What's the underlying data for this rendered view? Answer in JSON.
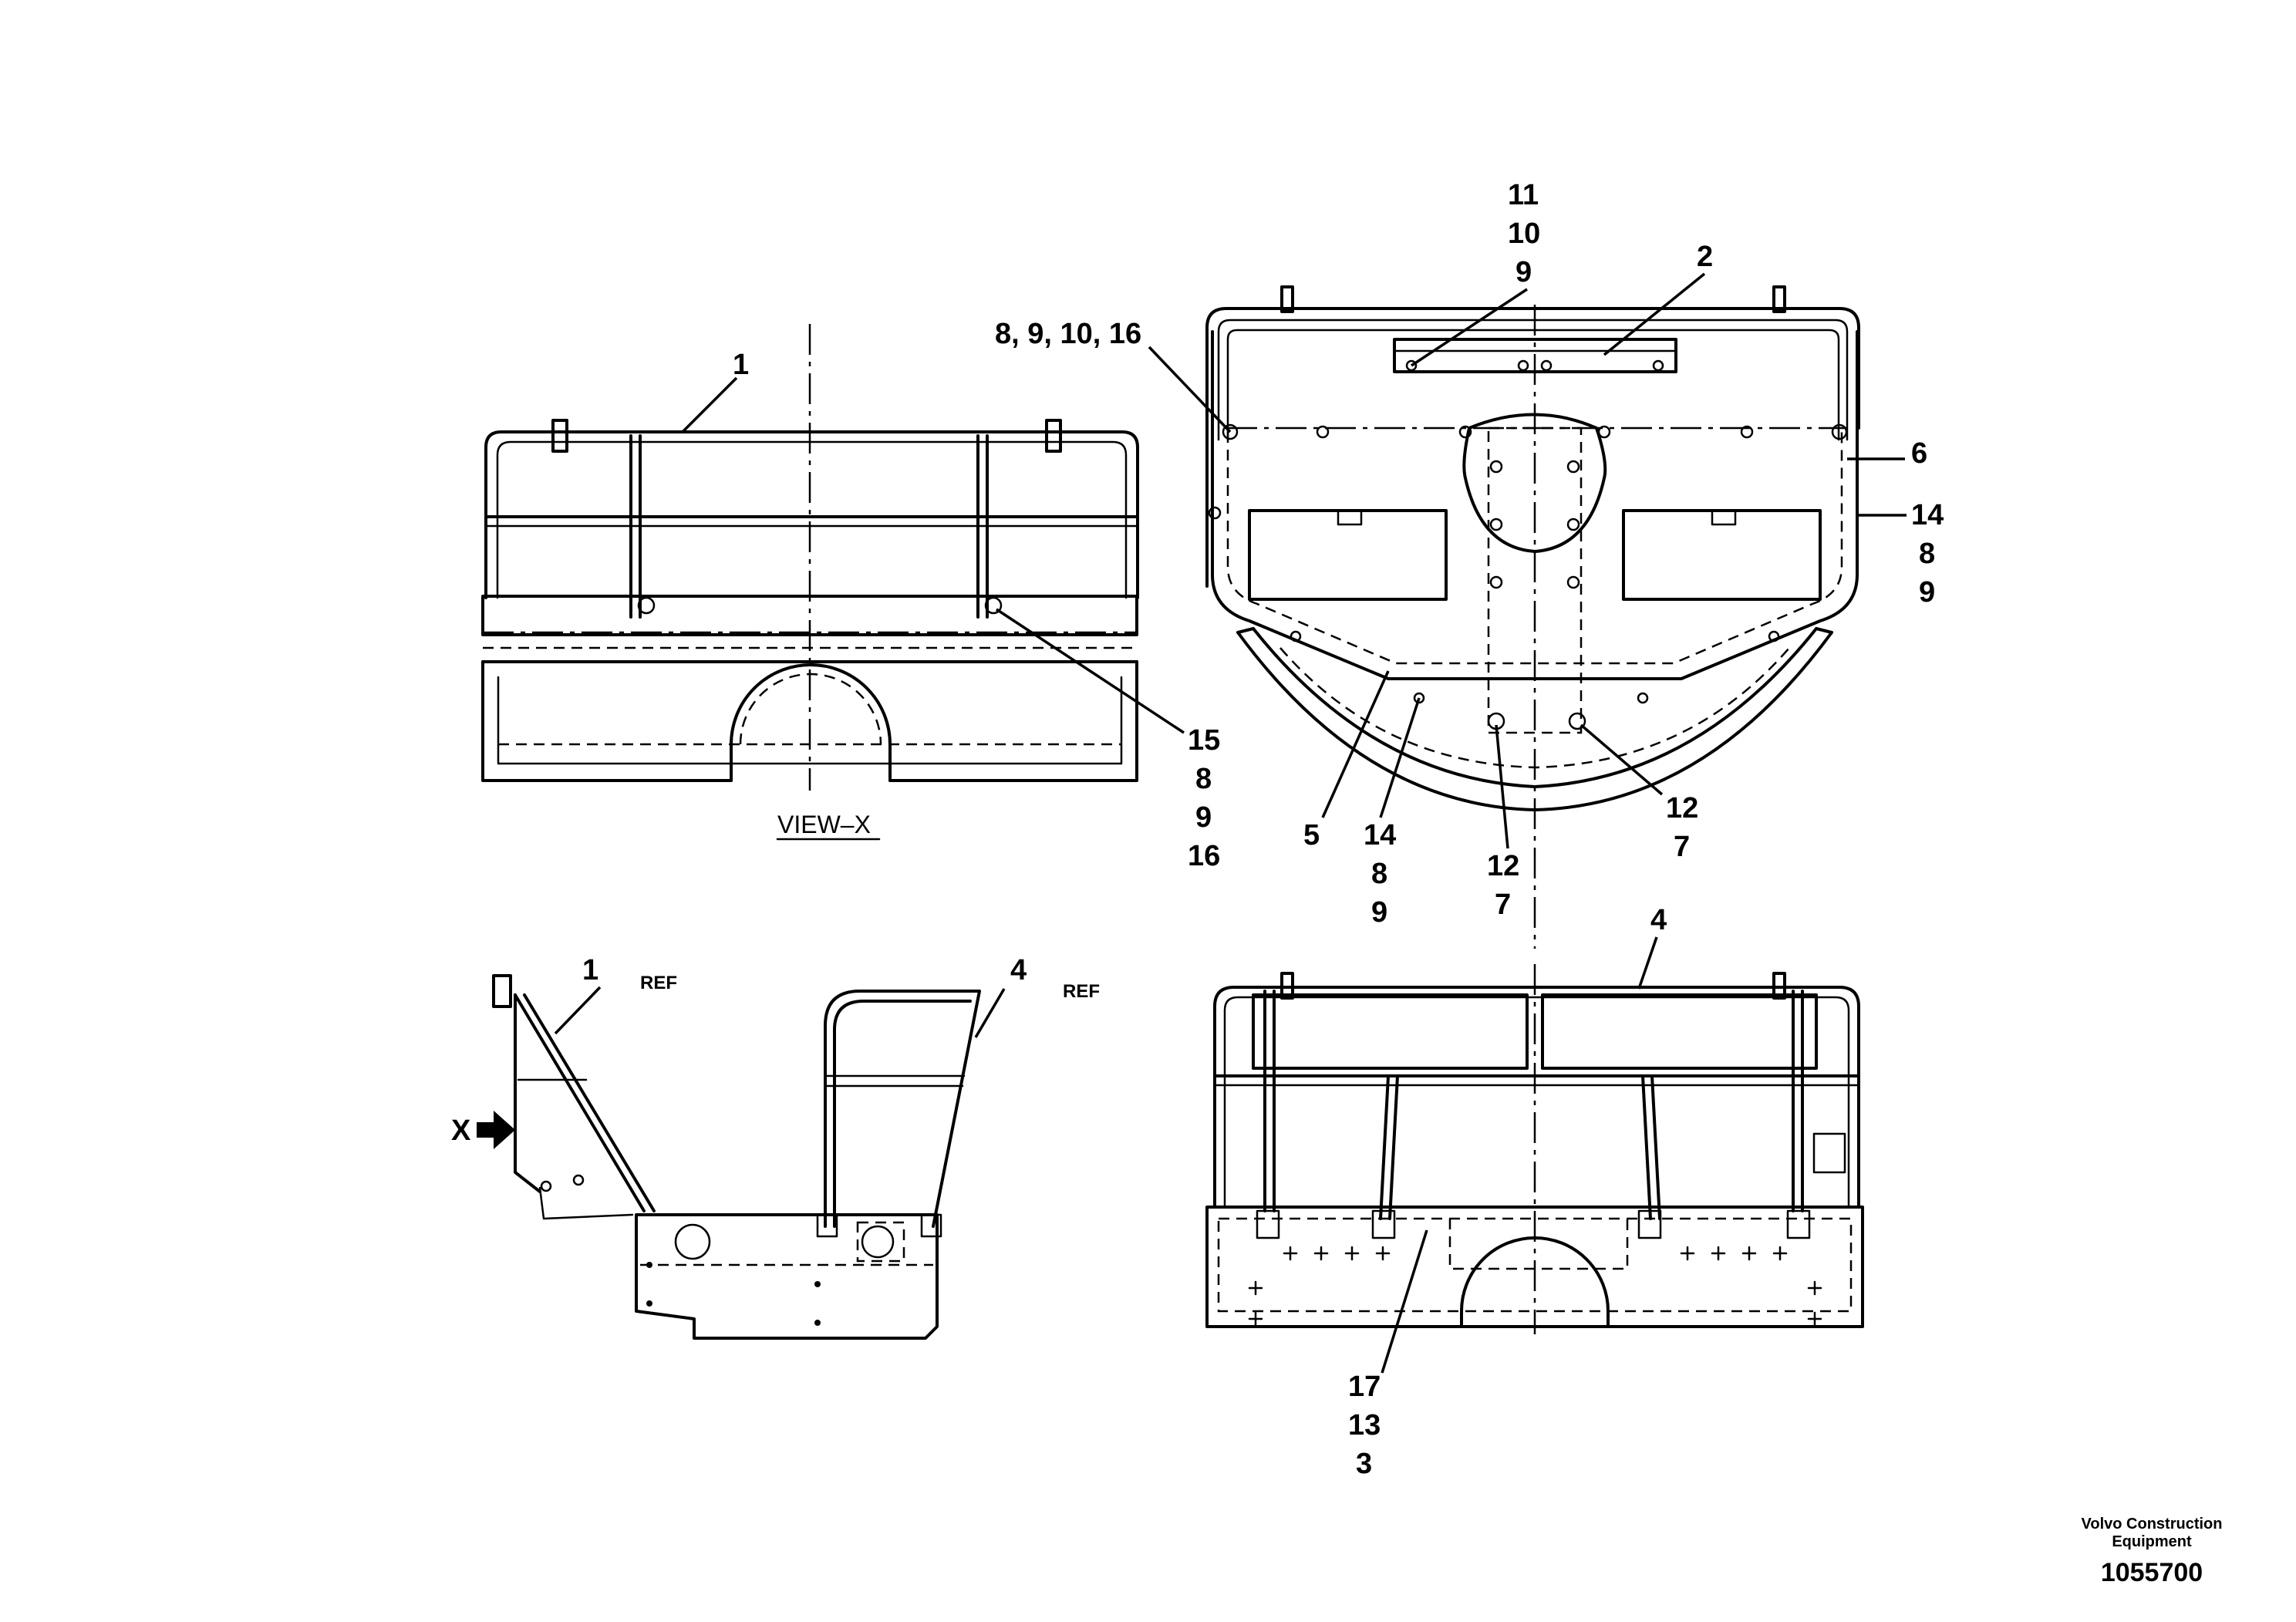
{
  "callouts": {
    "view_x_guard": "1",
    "view_x_bottom": [
      "15",
      "8",
      "9",
      "16"
    ],
    "view_x_title": "VIEW–X",
    "top_stack": [
      "11",
      "10",
      "9"
    ],
    "top_2": "2",
    "top_left_group": "8, 9, 10, 16",
    "top_6": "6",
    "top_right_stack": [
      "14",
      "8",
      "9"
    ],
    "top_5": "5",
    "top_14_stack": [
      "14",
      "8",
      "9"
    ],
    "top_12a_stack": [
      "12",
      "7"
    ],
    "top_12b_stack": [
      "12",
      "7"
    ],
    "side_1": "1",
    "side_ref_1": "REF",
    "side_4": "4",
    "side_ref_4": "REF",
    "side_x": "X",
    "rear_4": "4",
    "rear_bottom_stack": [
      "17",
      "13",
      "3"
    ]
  },
  "footer": {
    "company_line1": "Volvo Construction",
    "company_line2": "Equipment",
    "doc_number": "1055700"
  }
}
